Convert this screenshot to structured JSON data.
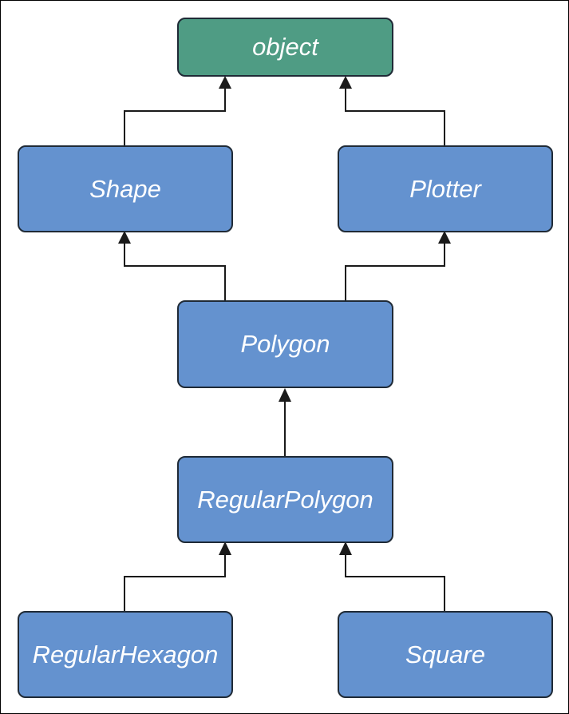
{
  "diagram": {
    "type": "class-inheritance",
    "nodes": {
      "object": "object",
      "shape": "Shape",
      "plotter": "Plotter",
      "polygon": "Polygon",
      "regular_polygon": "RegularPolygon",
      "regular_hexagon": "RegularHexagon",
      "square": "Square"
    },
    "edges": [
      {
        "from": "Shape",
        "to": "object"
      },
      {
        "from": "Plotter",
        "to": "object"
      },
      {
        "from": "Polygon",
        "to": "Shape"
      },
      {
        "from": "Polygon",
        "to": "Plotter"
      },
      {
        "from": "RegularPolygon",
        "to": "Polygon"
      },
      {
        "from": "RegularHexagon",
        "to": "RegularPolygon"
      },
      {
        "from": "Square",
        "to": "RegularPolygon"
      }
    ],
    "colors": {
      "root_fill": "#4f9c84",
      "class_fill": "#6492cf",
      "border": "#1f2a36",
      "connector": "#1a1a1a"
    }
  }
}
